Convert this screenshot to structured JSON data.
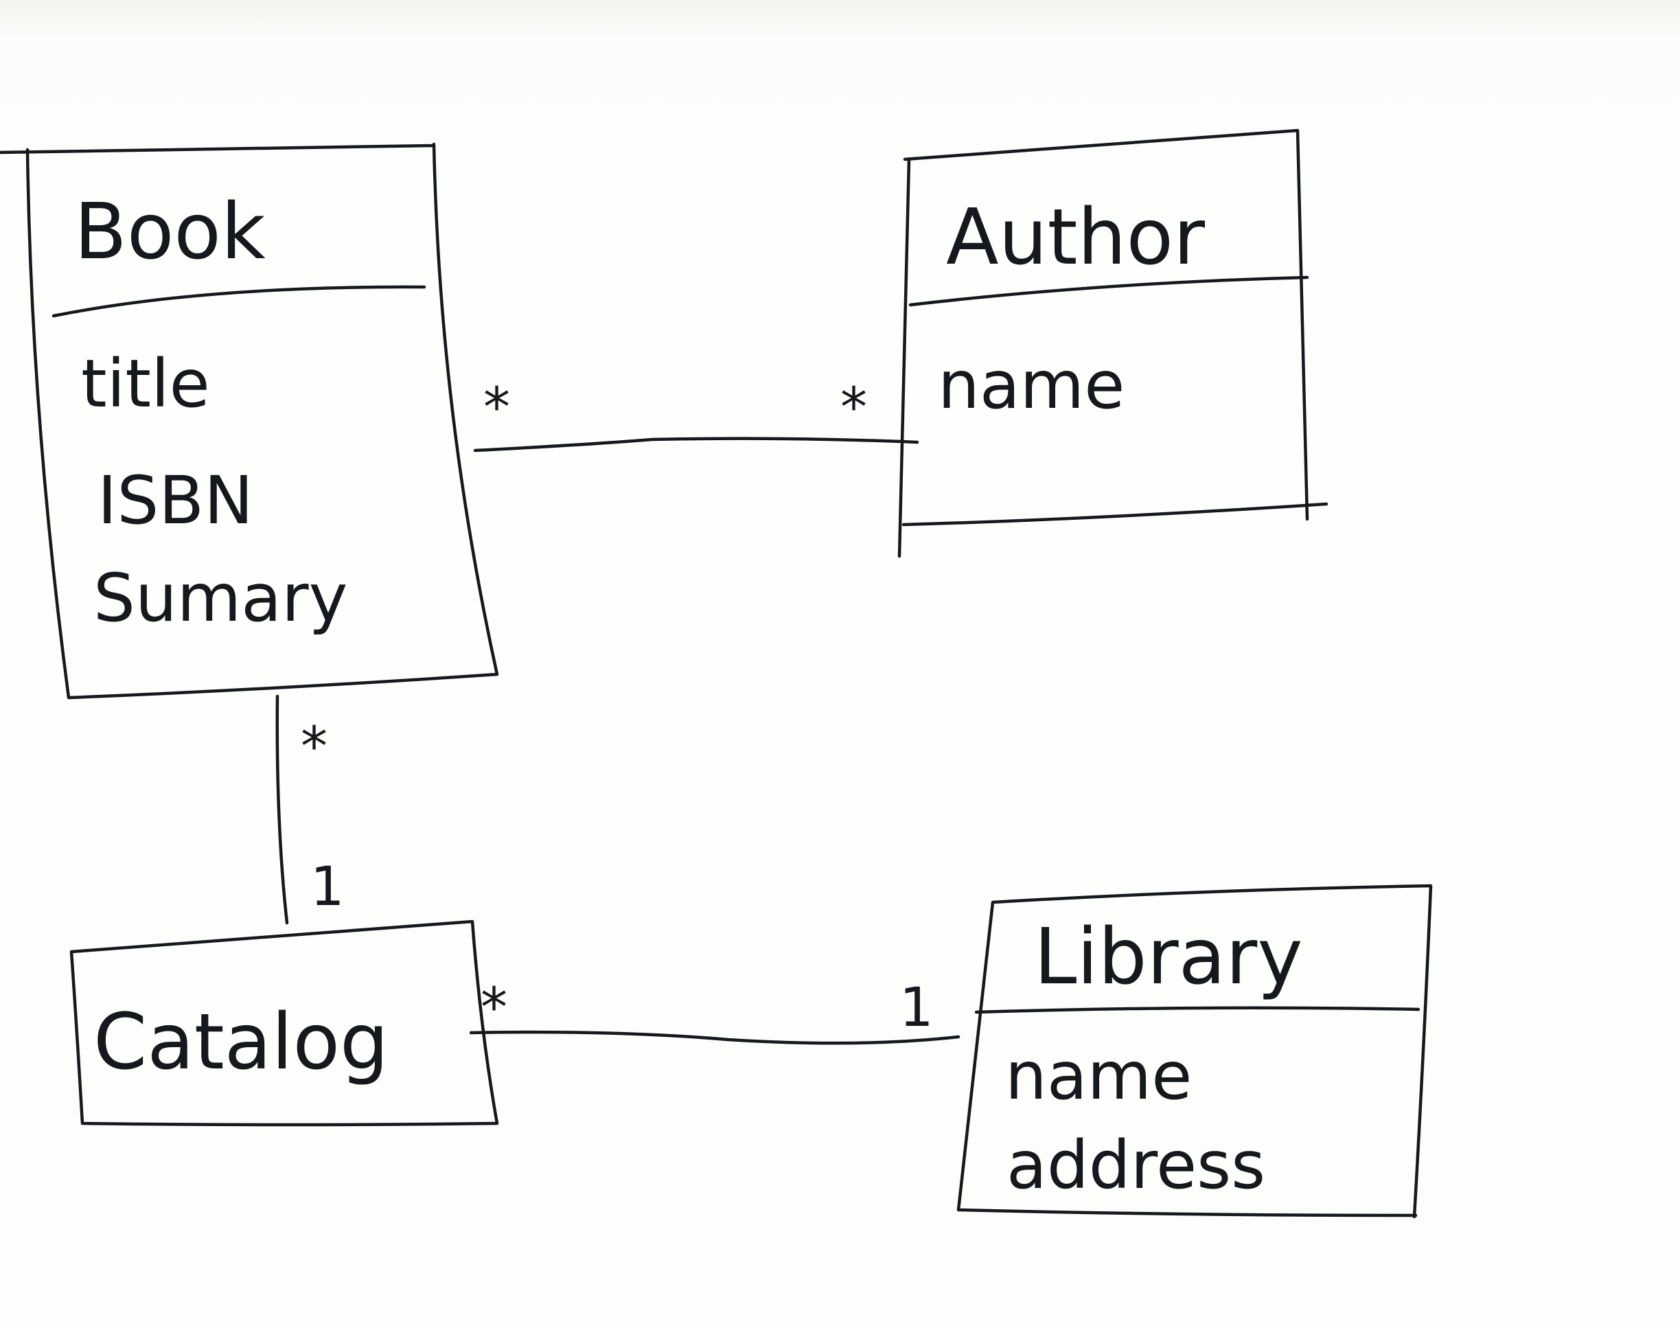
{
  "classes": {
    "book": {
      "name": "Book",
      "attributes": [
        "title",
        "ISBN",
        "Sumary"
      ]
    },
    "author": {
      "name": "Author",
      "attributes": [
        "name"
      ]
    },
    "catalog": {
      "name": "Catalog",
      "attributes": []
    },
    "library": {
      "name": "Library",
      "attributes": [
        "name",
        "address"
      ]
    }
  },
  "associations": {
    "book_author": {
      "book_end": "*",
      "author_end": "*"
    },
    "book_catalog": {
      "book_end": "*",
      "catalog_end": "1"
    },
    "catalog_library": {
      "catalog_end": "*",
      "library_end": "1"
    }
  },
  "colors": {
    "ink": "#15181c",
    "paper": "#fdfdfb"
  }
}
